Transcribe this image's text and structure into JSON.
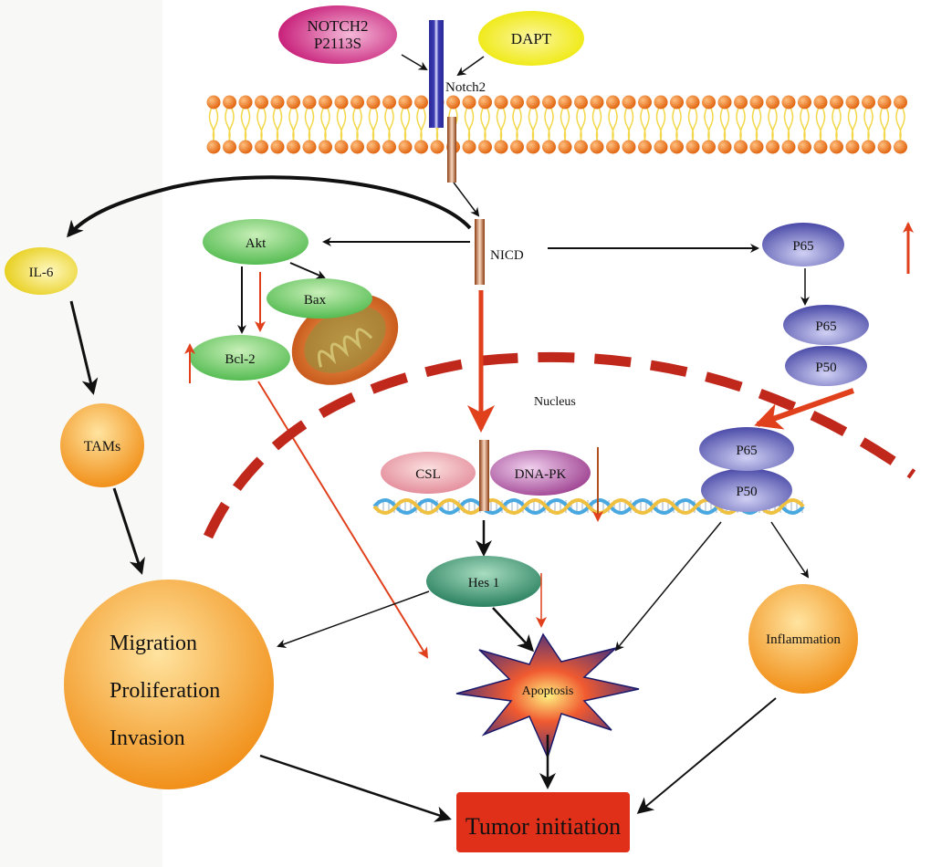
{
  "nodes": {
    "notch2_mutant_line1": "NOTCH2",
    "notch2_mutant_line2": "P2113S",
    "dapt": "DAPT",
    "notch2": "Notch2",
    "nicd": "NICD",
    "il6": "IL-6",
    "tams": "TAMs",
    "akt": "Akt",
    "bax": "Bax",
    "bcl2": "Bcl-2",
    "p65_cyto": "P65",
    "p65_dimer": "P65",
    "p50_dimer": "P50",
    "nucleus": "Nucleus",
    "p65_nuc": "P65",
    "p50_nuc": "P50",
    "csl": "CSL",
    "dnapk": "DNA-PK",
    "hes1": "Hes 1",
    "apoptosis": "Apoptosis",
    "inflammation": "Inflammation",
    "outcome_line1": "Migration",
    "outcome_line2": "Proliferation",
    "outcome_line3": "Invasion",
    "tumor": "Tumor initiation"
  },
  "colors": {
    "membrane_head": "#f07a1c",
    "membrane_tail": "#f2d84a",
    "nucleus_border": "#c0281c",
    "regulation_arrow": "#e0401c",
    "tumor_box": "#e0301a"
  }
}
